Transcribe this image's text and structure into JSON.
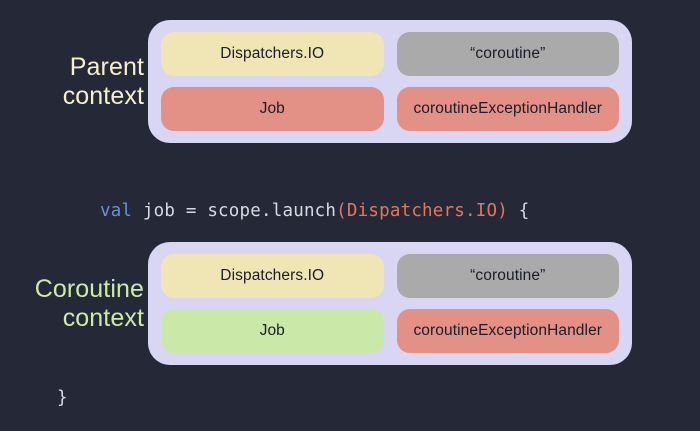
{
  "theme": {
    "background": "#252937",
    "panel_background": "#d8d6f2",
    "chip_cream": "#f0e5b4",
    "chip_gray": "#aaaaaa",
    "chip_red": "#e39087",
    "chip_green": "#cae8a7",
    "chip_text": "#1b1d29",
    "label_parent_color": "#f6efcc",
    "label_coroutine_color": "#cdeaa6",
    "code_keyword_color": "#6b8fd6",
    "code_plain_color": "#d7dae3",
    "code_arg_color": "#e0785c"
  },
  "parent_context": {
    "label": "Parent\ncontext",
    "chips": {
      "dispatcher": "Dispatchers.IO",
      "name": "“coroutine”",
      "job": "Job",
      "handler": "coroutineExceptionHandler"
    }
  },
  "coroutine_context": {
    "label": "Coroutine\ncontext",
    "chips": {
      "dispatcher": "Dispatchers.IO",
      "name": "“coroutine”",
      "job": "Job",
      "handler": "coroutineExceptionHandler"
    }
  },
  "code": {
    "open_line": {
      "keyword": "val",
      "middle": " job = scope.launch",
      "open_paren": "(",
      "argument": "Dispatchers.IO",
      "close_paren": ")",
      "brace": " {"
    },
    "close_line": "}"
  }
}
